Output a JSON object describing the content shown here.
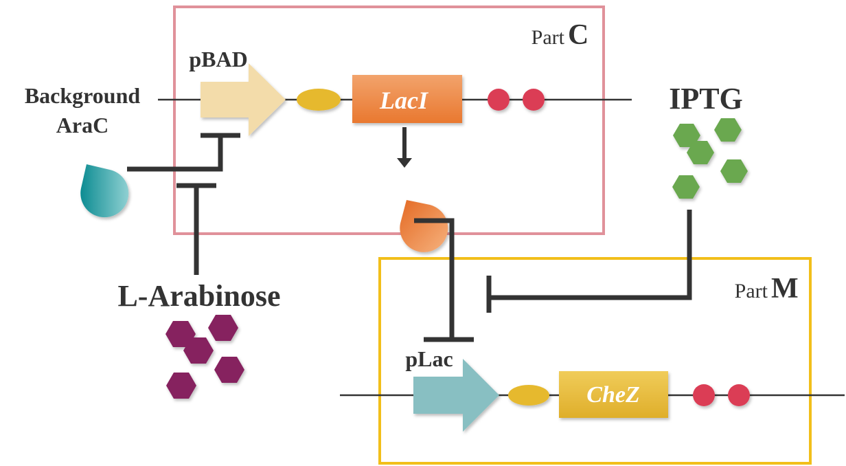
{
  "part_c": {
    "prefix": "Part",
    "letter": "C"
  },
  "part_m": {
    "prefix": "Part",
    "letter": "M"
  },
  "promoters": {
    "pbad": "pBAD",
    "plac": "pLac"
  },
  "genes": {
    "laci": "LacI",
    "chez": "CheZ"
  },
  "molecules": {
    "background_arac_line1": "Background",
    "background_arac_line2": "AraC",
    "iptg": "IPTG",
    "l_arabinose": "L-Arabinose"
  },
  "colors": {
    "part_c_border": "#e0919a",
    "part_m_border": "#f2bf1a",
    "pbad_arrow": "#f3dcaa",
    "plac_arrow": "#88bfc2",
    "rbs": "#e6b92e",
    "laci_box": "#ee8a44",
    "chez_box": "#e8b93a",
    "terminator": "#db3d55",
    "arac_protein": "#13969b",
    "laci_protein": "#e8762c",
    "iptg_hexagon": "#6aa84f",
    "arabinose_hexagon": "#86205f",
    "inhibition_line": "#333333"
  }
}
